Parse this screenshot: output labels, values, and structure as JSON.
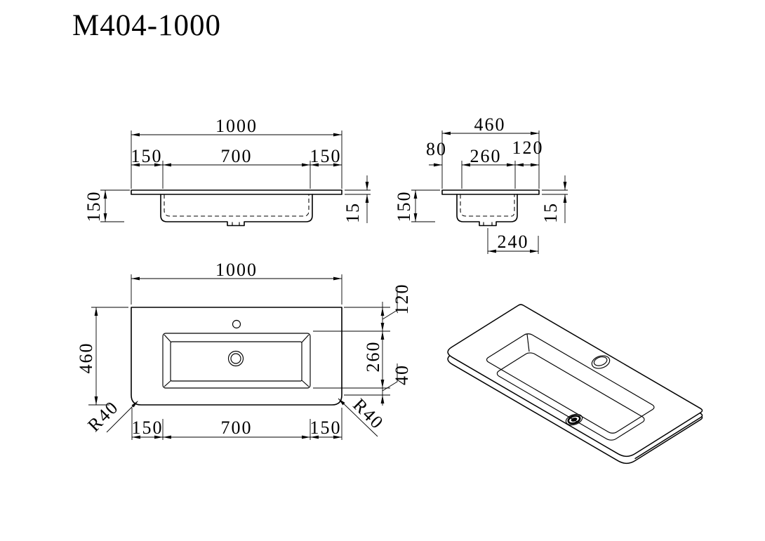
{
  "title": "M404-1000",
  "colors": {
    "line": "#000000",
    "background": "#ffffff"
  },
  "views": {
    "front": {
      "overall_width": "1000",
      "left_margin": "150",
      "basin_width": "700",
      "right_margin": "150",
      "basin_height": "150",
      "top_thickness": "15"
    },
    "side": {
      "overall_depth": "460",
      "back_margin": "80",
      "basin_depth": "260",
      "front_margin": "120",
      "basin_height": "150",
      "top_thickness": "15",
      "drain_to_edge": "240"
    },
    "plan": {
      "overall_width": "1000",
      "overall_depth": "460",
      "back_margin": "120",
      "basin_depth": "260",
      "front_gap": "40",
      "corner_radius_left": "R40",
      "corner_radius_right": "R40",
      "left_margin": "150",
      "basin_width": "700",
      "right_margin": "150"
    }
  }
}
